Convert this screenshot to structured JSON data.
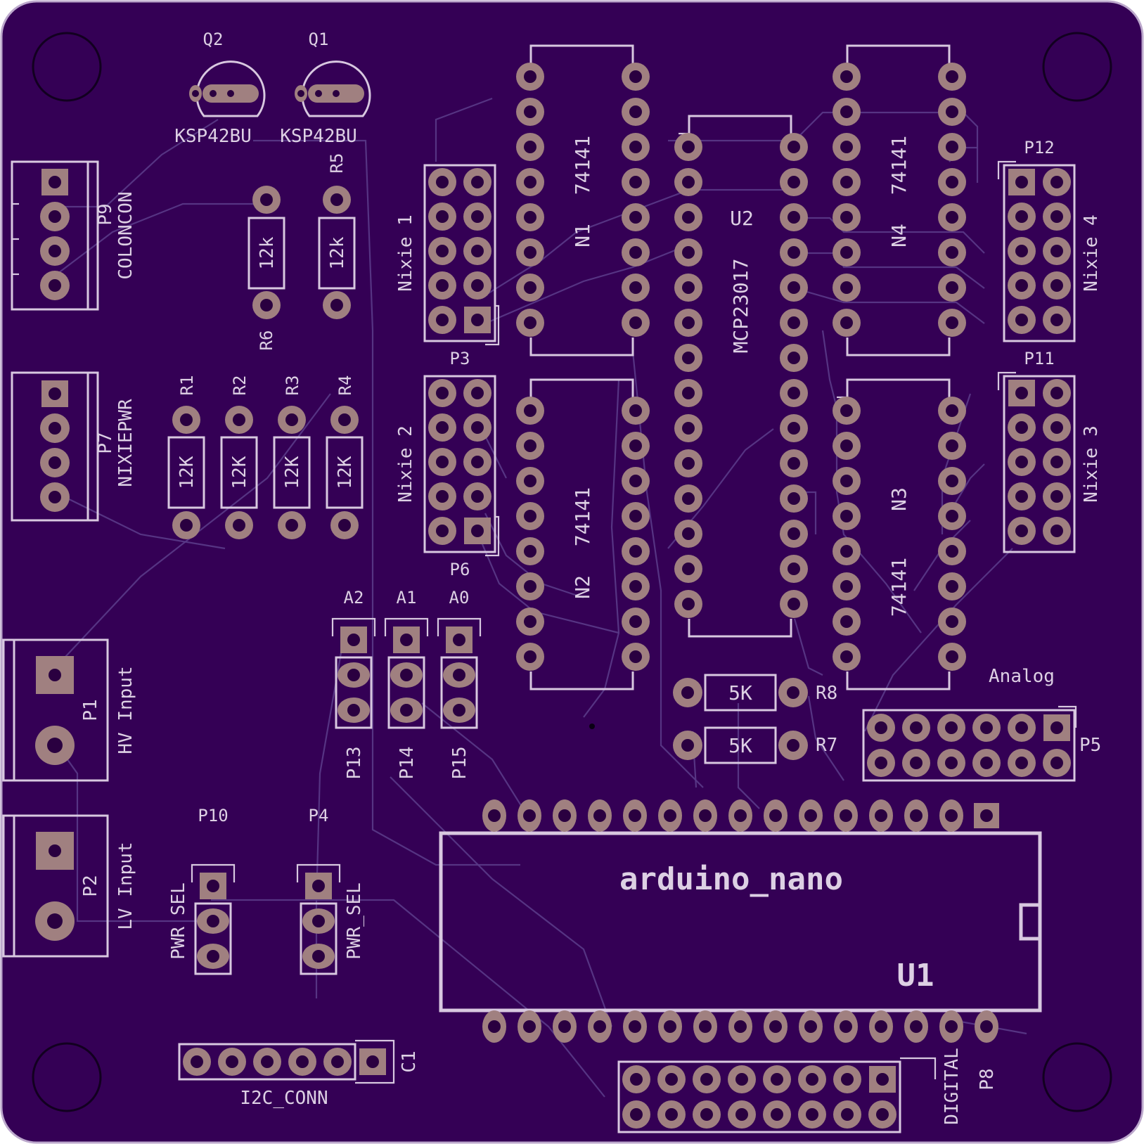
{
  "board_color": "#340055",
  "silk_color": "#d8c8e0",
  "pad_color": "#a08080",
  "labels": {
    "q2_ref": "Q2",
    "q1_ref": "Q1",
    "q2_val": "KSP42BU",
    "q1_val": "KSP42BU",
    "p9_ref": "P9",
    "p9_val": "COLONCON",
    "p7_ref": "P7",
    "p7_val": "NIXIEPWR",
    "r5_ref": "R5",
    "r6_ref": "R6",
    "r5_val": "12k",
    "r6_val": "12k",
    "r1_ref": "R1",
    "r2_ref": "R2",
    "r3_ref": "R3",
    "r4_ref": "R4",
    "r1_val": "12K",
    "r2_val": "12K",
    "r3_val": "12K",
    "r4_val": "12K",
    "p3_ref": "P3",
    "p3_val": "Nixie 1",
    "p6_ref": "P6",
    "p6_val": "Nixie 2",
    "n1_ref": "N1",
    "n1_val": "74141",
    "n2_ref": "N2",
    "n2_val": "74141",
    "n3_ref": "N3",
    "n3_val": "74141",
    "n4_ref": "N4",
    "n4_val": "74141",
    "u2_ref": "U2",
    "u2_val": "MCP23017",
    "p12_ref": "P12",
    "p12_val": "Nixie 4",
    "p11_ref": "P11",
    "p11_val": "Nixie 3",
    "a2": "A2",
    "a1": "A1",
    "a0": "A0",
    "p13_ref": "P13",
    "p14_ref": "P14",
    "p15_ref": "P15",
    "r8_ref": "R8",
    "r7_ref": "R7",
    "r8_val": "5K",
    "r7_val": "5K",
    "p5_val": "Analog",
    "p5_ref": "P5",
    "p1_ref": "P1",
    "p1_val": "HV Input",
    "p2_ref": "P2",
    "p2_val": "LV Input",
    "p10_ref": "P10",
    "p10_val": "PWR SEL",
    "p4_ref": "P4",
    "p4_val": "PWR_SEL",
    "u1_val": "arduino_nano",
    "u1_ref": "U1",
    "c1_ref": "C1",
    "c1_val": "I2C_CONN",
    "p8_ref": "P8",
    "p8_val": "DIGITAL"
  }
}
